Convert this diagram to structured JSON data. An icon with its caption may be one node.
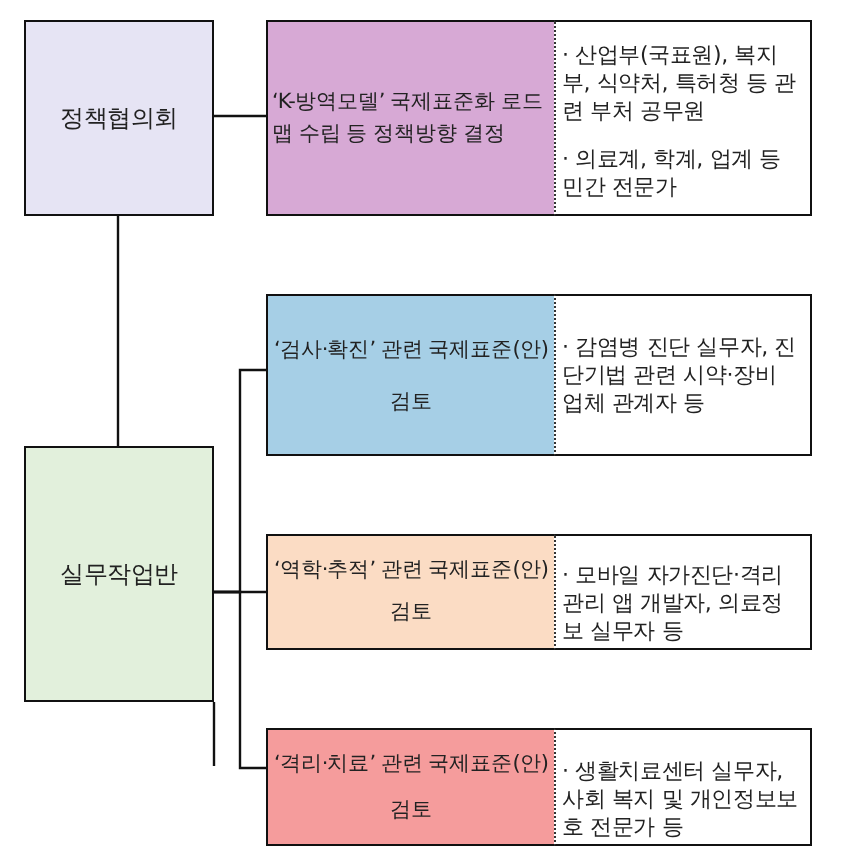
{
  "diagram": {
    "nodes": [
      {
        "text": [
          "정책협의회"
        ]
      },
      {
        "text": [
          "‘K-방역모델’ 국제표준화 로드맵 수립 등 정책방향 결정"
        ]
      },
      {
        "text": [
          "· 산업부(국표원), 복지부, 식약처, 특허청 등 관련 부처 공무원",
          "· 의료계, 학계, 업계 등 민간 전문가"
        ]
      },
      {
        "text": [
          "실무작업반"
        ]
      },
      {
        "text": [
          "‘검사·확진’ 관련 국제표준(안) 검토"
        ]
      },
      {
        "text": [
          "· 감염병 진단 실무자, 진단기법 관련 시약·장비 업체 관계자 등"
        ]
      },
      {
        "text": [
          "‘역학·추적’ 관련 국제표준(안) 검토"
        ]
      },
      {
        "text": [
          "· 모바일 자가진단·격리관리 앱 개발자, 의료정보 실무자 등"
        ]
      },
      {
        "text": [
          "‘격리·치료’ 관련 국제표준(안) 검토"
        ]
      },
      {
        "text": [
          "· 생활치료센터 실무자, 사회 복지 및 개인정보보호 전문가 등"
        ]
      }
    ],
    "edges": [
      {
        "from": 0,
        "to": 1,
        "arrow": "none"
      },
      {
        "from": 0,
        "to": 3,
        "arrow": "none"
      },
      {
        "from": 3,
        "to": 4,
        "arrow": "none"
      },
      {
        "from": 3,
        "to": 6,
        "arrow": "none"
      },
      {
        "from": 3,
        "to": 8,
        "arrow": "none"
      }
    ]
  }
}
